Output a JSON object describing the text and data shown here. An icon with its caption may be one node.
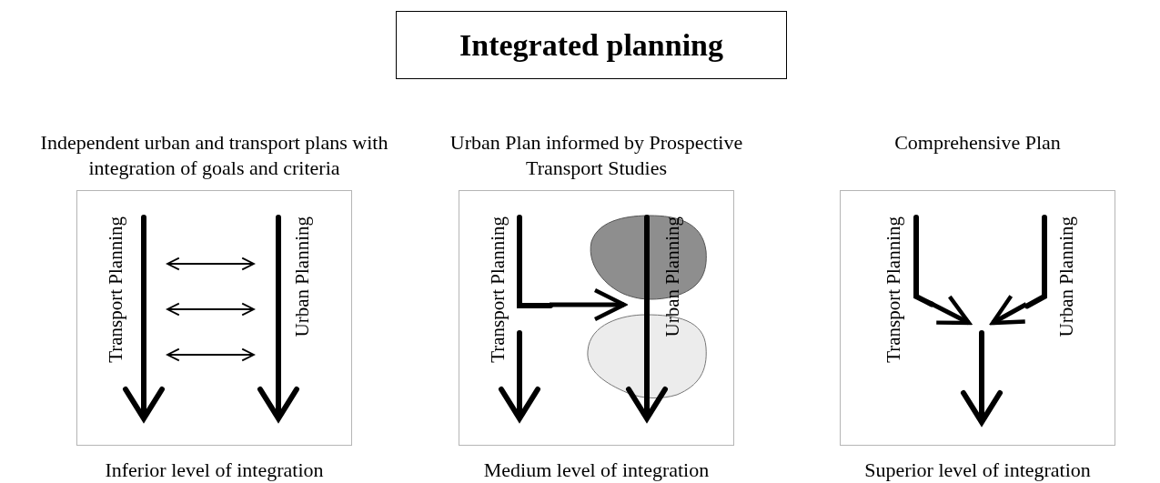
{
  "diagram": {
    "title": "Integrated planning",
    "nodes": [
      {
        "text": [
          "Independent urban and transport plans with integration of goals and criteria"
        ],
        "beside": [
          "Inferior level of integration"
        ]
      },
      {
        "text": [
          "Transport Planning"
        ],
        "in": 0
      },
      {
        "text": [
          "Urban Planning"
        ],
        "in": 0
      },
      {
        "text": [
          "Urban Plan informed by Prospective Transport Studies"
        ],
        "beside": [
          "Medium level of integration"
        ]
      },
      {
        "text": [
          "Transport Planning"
        ],
        "in": 3
      },
      {
        "text": [
          "Urban Planning"
        ],
        "in": 3
      },
      {
        "text": [
          "Comprehensive Plan"
        ],
        "beside": [
          "Superior level of integration"
        ]
      },
      {
        "text": [
          "Transport Planning"
        ],
        "in": 6
      },
      {
        "text": [
          "Urban Planning"
        ],
        "in": 6
      },
      {
        "text": [],
        "shape": "arrow",
        "in": 6
      }
    ],
    "edges": [
      {
        "from": 1,
        "to": 2,
        "arrow": "both"
      },
      {
        "from": 1,
        "to": 2,
        "arrow": "both"
      },
      {
        "from": 1,
        "to": 2,
        "arrow": "both"
      },
      {
        "from": 4,
        "to": 5,
        "arrow": "to",
        "style": "thick"
      },
      {
        "from": 7,
        "to": 9,
        "arrow": "to",
        "style": "thick"
      },
      {
        "from": 8,
        "to": 9,
        "arrow": "to",
        "style": "thick"
      }
    ]
  }
}
